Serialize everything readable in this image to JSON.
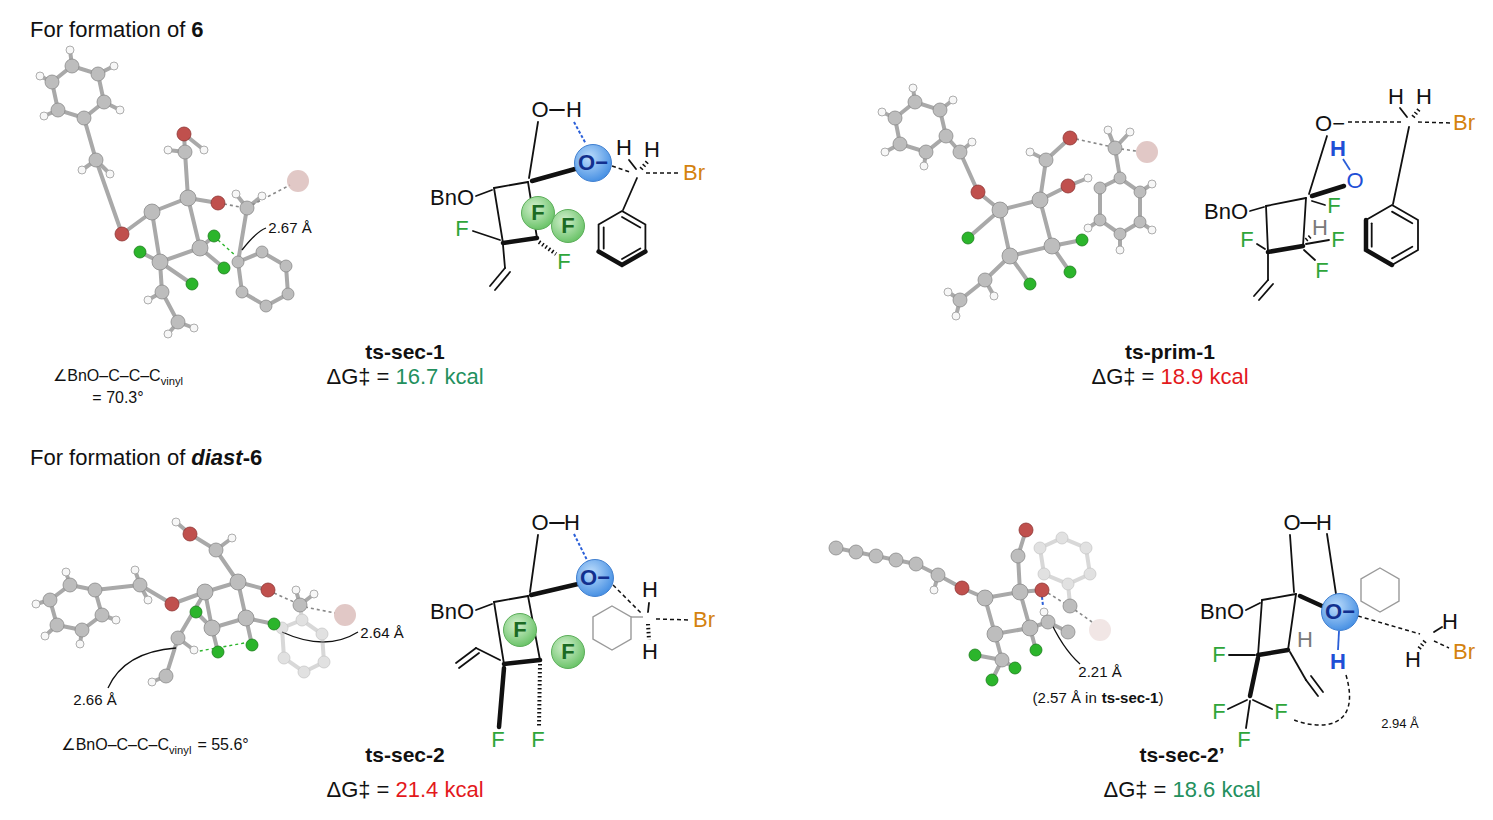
{
  "diagram": {
    "nodes": [
      {
        "text": [
          "O−"
        ]
      },
      {
        "text": [
          "F"
        ]
      },
      {
        "text": [
          "F"
        ]
      },
      {
        "text": [
          "O−"
        ]
      },
      {
        "text": [
          "F"
        ]
      },
      {
        "text": [
          "F"
        ]
      },
      {
        "text": [
          "O−"
        ]
      }
    ],
    "labels": [
      "For formation of",
      "6",
      "2.67 Å",
      "∠BnO–C–C–C",
      "vinyl",
      "= 70.3°",
      "O",
      "H",
      "BnO",
      "F",
      "F",
      "H",
      "H",
      "Br",
      "ts-sec-1",
      "ΔG‡ =",
      "16.7 kcal",
      "H",
      "H",
      "Br",
      "O−",
      "H",
      "O",
      "BnO",
      "F",
      "F",
      "H",
      "F",
      "F",
      "ts-prim-1",
      "ΔG‡ =",
      "18.9 kcal",
      "For formation of",
      "diast",
      "-6",
      "2.66 Å",
      "2.64 Å",
      "∠BnO–C–C–C",
      "vinyl",
      "= 55.6°",
      "O",
      "H",
      "BnO",
      "F",
      "F",
      "H",
      "Br",
      "H",
      "ts-sec-2",
      "ΔG‡ =",
      "21.4 kcal",
      "2.21 Å",
      "(2.57 Å in",
      "ts-sec-1",
      ")",
      "O",
      "H",
      "BnO",
      "H",
      "H",
      "F",
      "F",
      "F",
      "F",
      "H",
      "H",
      "Br",
      "2.94 Å",
      "ts-sec-2’",
      "ΔG‡ =",
      "18.6 kcal"
    ]
  }
}
